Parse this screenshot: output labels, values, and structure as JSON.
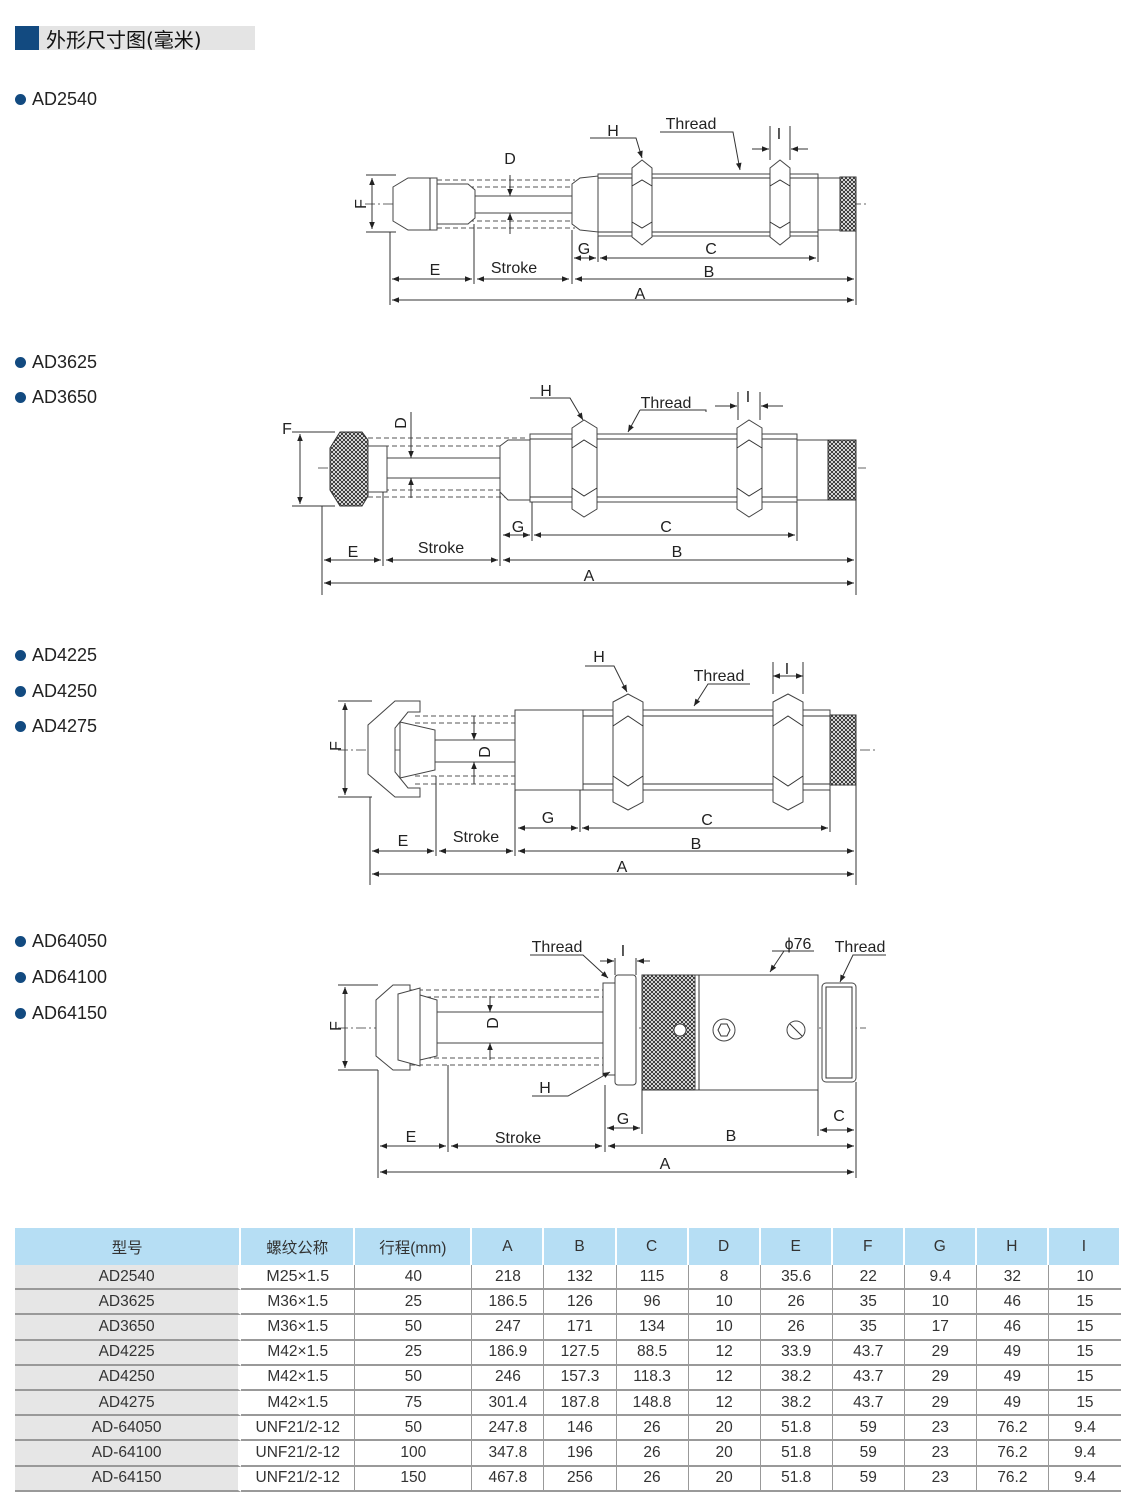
{
  "title": "外形尺寸图(毫米)",
  "colors": {
    "accent": "#124a80",
    "table_header": "#b6def4",
    "model_cell": "#e6e6e6"
  },
  "sections": [
    {
      "models": [
        "AD2540"
      ],
      "labels": {
        "D": "D",
        "F": "F",
        "H": "H",
        "thread": "Thread",
        "I": "I",
        "G": "G",
        "C": "C",
        "E": "E",
        "stroke": "Stroke",
        "B": "B",
        "A": "A"
      }
    },
    {
      "models": [
        "AD3625",
        "AD3650"
      ],
      "labels": {
        "D": "D",
        "F": "F",
        "H": "H",
        "thread": "Thread",
        "I": "I",
        "G": "G",
        "C": "C",
        "E": "E",
        "stroke": "Stroke",
        "B": "B",
        "A": "A"
      }
    },
    {
      "models": [
        "AD4225",
        "AD4250",
        "AD4275"
      ],
      "labels": {
        "D": "D",
        "F": "F",
        "H": "H",
        "thread": "Thread",
        "I": "I",
        "G": "G",
        "C": "C",
        "E": "E",
        "stroke": "Stroke",
        "B": "B",
        "A": "A"
      }
    },
    {
      "models": [
        "AD64050",
        "AD64100",
        "AD64150"
      ],
      "labels": {
        "D": "D",
        "F": "F",
        "H": "H",
        "thread": "Thread",
        "thread2": "Thread",
        "phi": "ϕ76",
        "I": "I",
        "G": "G",
        "C": "C",
        "E": "E",
        "stroke": "Stroke",
        "B": "B",
        "A": "A"
      }
    }
  ],
  "table": {
    "headers": [
      "型号",
      "螺纹公称",
      "行程(mm)",
      "A",
      "B",
      "C",
      "D",
      "E",
      "F",
      "G",
      "H",
      "I"
    ],
    "rows": [
      [
        "AD2540",
        "M25×1.5",
        "40",
        "218",
        "132",
        "115",
        "8",
        "35.6",
        "22",
        "9.4",
        "32",
        "10"
      ],
      [
        "AD3625",
        "M36×1.5",
        "25",
        "186.5",
        "126",
        "96",
        "10",
        "26",
        "35",
        "10",
        "46",
        "15"
      ],
      [
        "AD3650",
        "M36×1.5",
        "50",
        "247",
        "171",
        "134",
        "10",
        "26",
        "35",
        "17",
        "46",
        "15"
      ],
      [
        "AD4225",
        "M42×1.5",
        "25",
        "186.9",
        "127.5",
        "88.5",
        "12",
        "33.9",
        "43.7",
        "29",
        "49",
        "15"
      ],
      [
        "AD4250",
        "M42×1.5",
        "50",
        "246",
        "157.3",
        "118.3",
        "12",
        "38.2",
        "43.7",
        "29",
        "49",
        "15"
      ],
      [
        "AD4275",
        "M42×1.5",
        "75",
        "301.4",
        "187.8",
        "148.8",
        "12",
        "38.2",
        "43.7",
        "29",
        "49",
        "15"
      ],
      [
        "AD-64050",
        "UNF21/2-12",
        "50",
        "247.8",
        "146",
        "26",
        "20",
        "51.8",
        "59",
        "23",
        "76.2",
        "9.4"
      ],
      [
        "AD-64100",
        "UNF21/2-12",
        "100",
        "347.8",
        "196",
        "26",
        "20",
        "51.8",
        "59",
        "23",
        "76.2",
        "9.4"
      ],
      [
        "AD-64150",
        "UNF21/2-12",
        "150",
        "467.8",
        "256",
        "26",
        "20",
        "51.8",
        "59",
        "23",
        "76.2",
        "9.4"
      ]
    ]
  }
}
